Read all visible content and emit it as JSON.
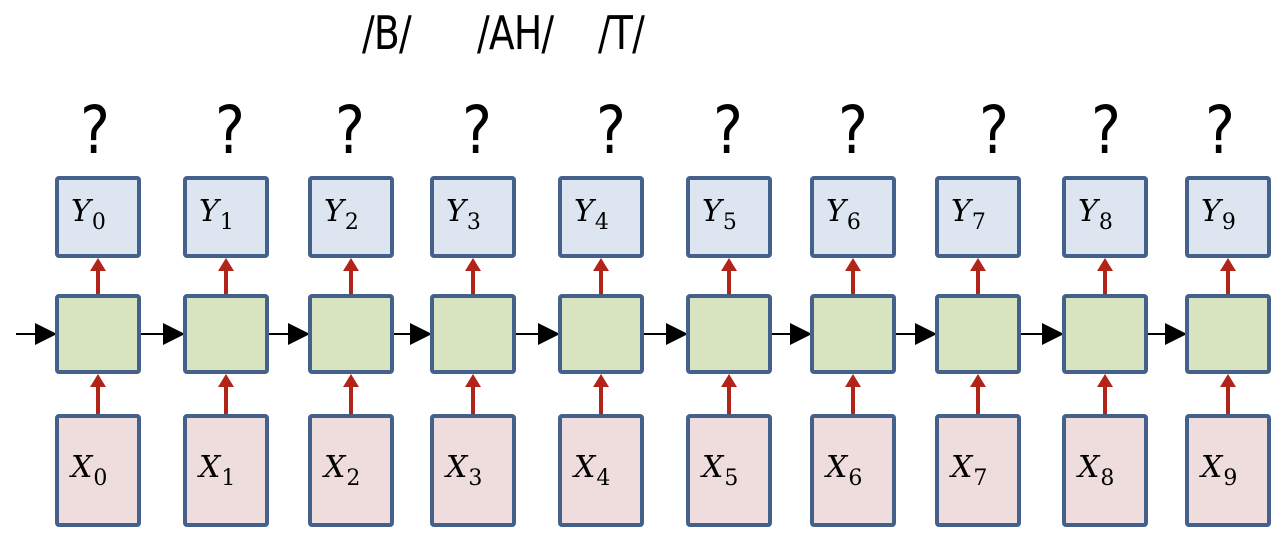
{
  "diagram": {
    "title": "Unrolled recurrent neural network sequence labeling",
    "phoneme_labels": [
      "/B/",
      "/AH/",
      "/T/"
    ],
    "question_mark": "?",
    "timesteps": [
      {
        "index": 0,
        "output": "Y",
        "output_sub": "0",
        "input": "X",
        "input_sub": "0",
        "prediction": "?"
      },
      {
        "index": 1,
        "output": "Y",
        "output_sub": "1",
        "input": "X",
        "input_sub": "1",
        "prediction": "?"
      },
      {
        "index": 2,
        "output": "Y",
        "output_sub": "2",
        "input": "X",
        "input_sub": "2",
        "prediction": "?"
      },
      {
        "index": 3,
        "output": "Y",
        "output_sub": "3",
        "input": "X",
        "input_sub": "3",
        "prediction": "?"
      },
      {
        "index": 4,
        "output": "Y",
        "output_sub": "4",
        "input": "X",
        "input_sub": "4",
        "prediction": "?"
      },
      {
        "index": 5,
        "output": "Y",
        "output_sub": "5",
        "input": "X",
        "input_sub": "5",
        "prediction": "?"
      },
      {
        "index": 6,
        "output": "Y",
        "output_sub": "6",
        "input": "X",
        "input_sub": "6",
        "prediction": "?"
      },
      {
        "index": 7,
        "output": "Y",
        "output_sub": "7",
        "input": "X",
        "input_sub": "7",
        "prediction": "?"
      },
      {
        "index": 8,
        "output": "Y",
        "output_sub": "8",
        "input": "X",
        "input_sub": "8",
        "prediction": "?"
      },
      {
        "index": 9,
        "output": "Y",
        "output_sub": "9",
        "input": "X",
        "input_sub": "9",
        "prediction": "?"
      }
    ],
    "colors": {
      "box_border": "#44618c",
      "output_fill": "#dde5f1",
      "hidden_fill": "#d8e4c0",
      "input_fill": "#efdcdc",
      "vertical_arrow": "#b22318",
      "recurrent_arrow": "#000000"
    }
  }
}
